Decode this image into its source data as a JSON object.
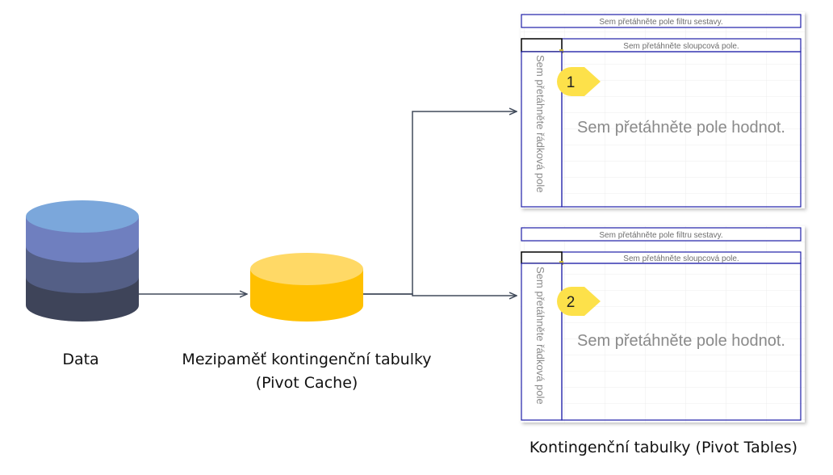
{
  "labels": {
    "data": "Data",
    "cache_line1": "Mezipaměť kontingenční tabulky",
    "cache_line2": "(Pivot Cache)",
    "tables": "Kontingenční tabulky (Pivot Tables)"
  },
  "pivot_tables": [
    {
      "badge": "1",
      "filter_text": "Sem přetáhněte pole filtru sestavy.",
      "column_text": "Sem přetáhněte sloupcová pole.",
      "row_text": "Sem přetáhněte řádková pole",
      "values_text": "Sem přetáhněte pole hodnot."
    },
    {
      "badge": "2",
      "filter_text": "Sem přetáhněte pole filtru sestavy.",
      "column_text": "Sem přetáhněte sloupcová pole.",
      "row_text": "Sem přetáhněte řádková pole",
      "values_text": "Sem přetáhněte pole hodnot."
    }
  ],
  "colors": {
    "db_top": "#7ba7db",
    "db_band1": "#6f7fbf",
    "db_band2": "#545f86",
    "db_band3": "#3e4459",
    "cache_top": "#ffd966",
    "cache_body": "#ffc000",
    "pivot_border": "#1f1fa8",
    "badge": "#fde14a",
    "connector": "#404a5a"
  }
}
